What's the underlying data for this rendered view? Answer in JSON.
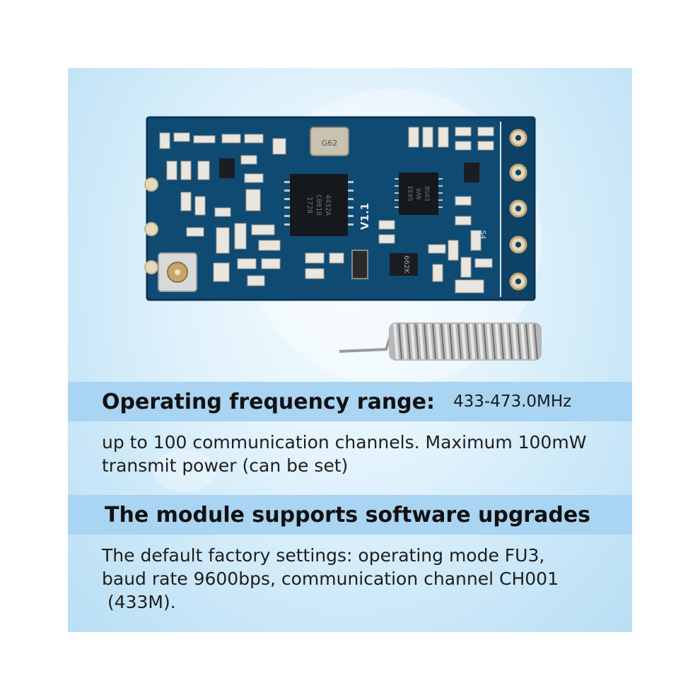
{
  "bands": {
    "frequency_heading": "Operating frequency range:",
    "frequency_value": "433-473.0MHz",
    "upgrade_heading": "The module supports software upgrades"
  },
  "paragraphs": {
    "channels_line1": "up to 100 communication channels. Maximum 100mW",
    "channels_line2": "transmit power (can be set)",
    "defaults_line1": "The default factory settings: operating mode FU3,",
    "defaults_line2": "baud rate 9600bps, communication channel CH001",
    "defaults_line3": " (433M)."
  },
  "board_markings": {
    "crystal": "G62",
    "main_chip_line1": "4432A",
    "main_chip_line2": "C0018",
    "main_chip_line3": "1728",
    "version": "V1.1",
    "mcu_line1": "8S03",
    "mcu_line2": "9AN",
    "mcu_line3": "EE0S",
    "regulator": "662K",
    "transistor": "S4"
  },
  "colors": {
    "panel_bg": "#d6eefb",
    "band_bg": "#a9d4f2",
    "pcb": "#0f4a73"
  }
}
